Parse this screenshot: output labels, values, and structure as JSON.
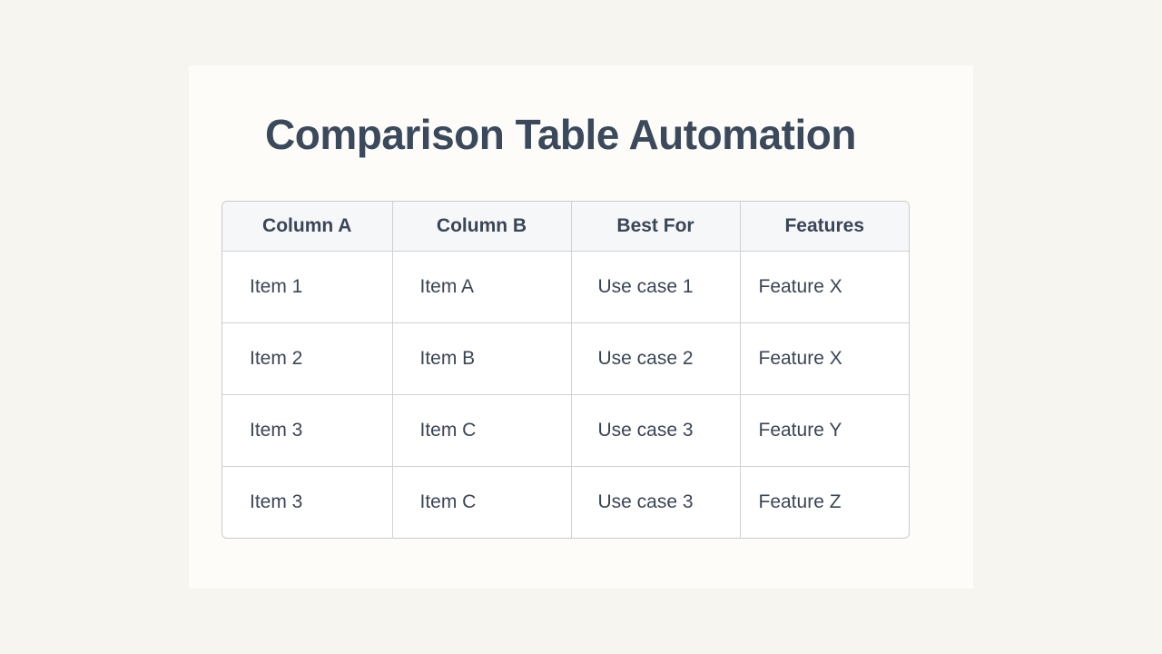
{
  "page": {
    "title": "Comparison Table Automation"
  },
  "table": {
    "headers": [
      "Column A",
      "Column B",
      "Best For",
      "Features"
    ],
    "rows": [
      [
        "Item 1",
        "Item A",
        "Use case 1",
        "Feature X"
      ],
      [
        "Item 2",
        "Item B",
        "Use case 2",
        "Feature X"
      ],
      [
        "Item 3",
        "Item C",
        "Use case 3",
        "Feature Y"
      ],
      [
        "Item 3",
        "Item C",
        "Use case 3",
        "Feature Z"
      ]
    ]
  },
  "colors": {
    "page_background": "#f7f5ef",
    "card_background": "#fefcf8",
    "title_text": "#3a4a5c",
    "header_background": "#f5f7f9",
    "cell_text": "#3a4556",
    "border": "#cfd1d3"
  }
}
